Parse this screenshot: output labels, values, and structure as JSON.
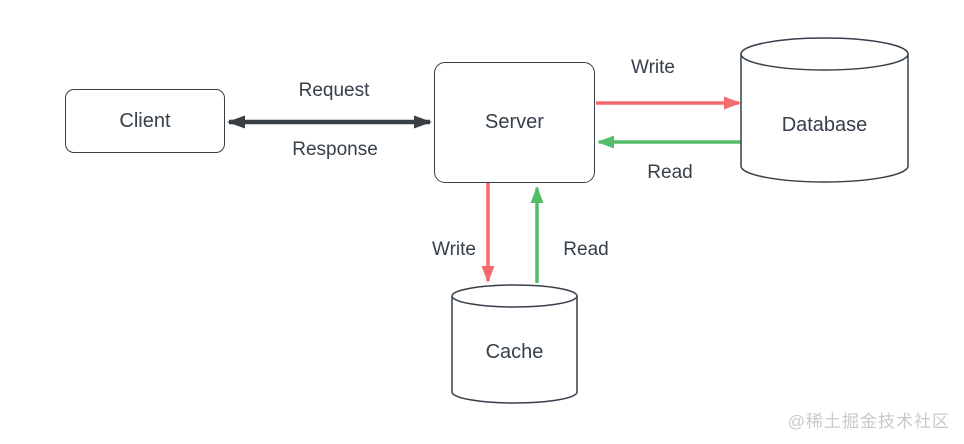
{
  "nodes": {
    "client": {
      "label": "Client",
      "shape": "rounded-rectangle"
    },
    "server": {
      "label": "Server",
      "shape": "rounded-rectangle"
    },
    "database": {
      "label": "Database",
      "shape": "cylinder"
    },
    "cache": {
      "label": "Cache",
      "shape": "cylinder"
    }
  },
  "edges": {
    "client_server": {
      "request_label": "Request",
      "response_label": "Response",
      "direction": "bidirectional"
    },
    "server_database": {
      "write_label": "Write",
      "read_label": "Read"
    },
    "server_cache": {
      "write_label": "Write",
      "read_label": "Read"
    }
  },
  "watermark": {
    "text": "@稀土掘金技术社区"
  },
  "colors": {
    "arrow_dark": "#373e44",
    "arrow_red": "#f56a6e",
    "arrow_green": "#55bd6a",
    "shape_border": "#36404a",
    "label_text": "#36404a",
    "watermark_text": "#c7c9cd",
    "background": "#ffffff"
  }
}
